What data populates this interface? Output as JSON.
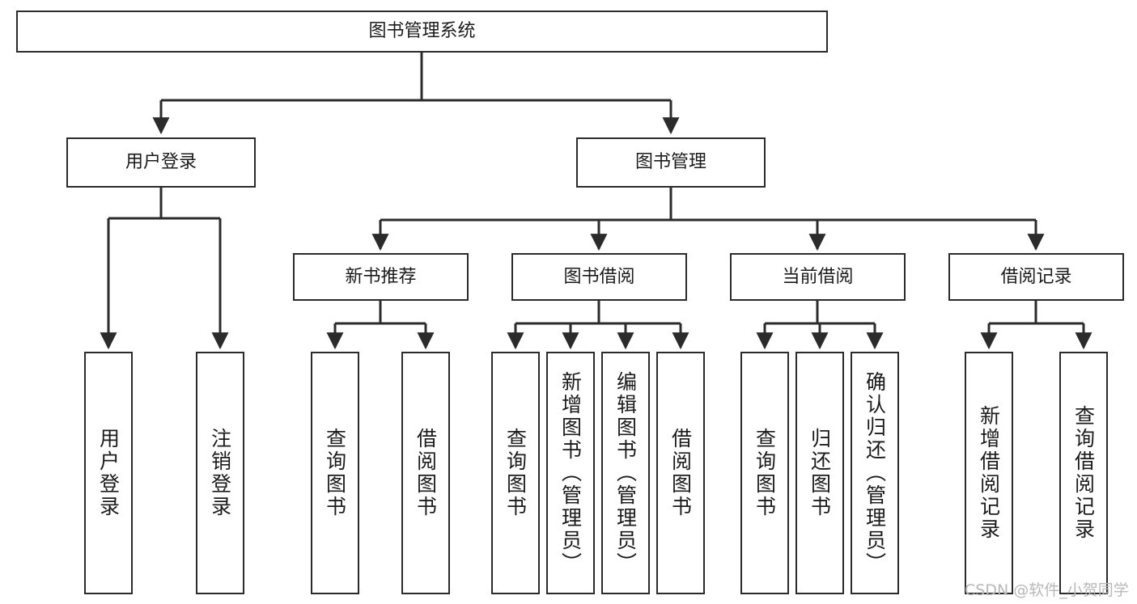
{
  "diagram": {
    "title": "图书管理系统",
    "type": "tree-hierarchy-chart",
    "watermark": "CSDN @软件_小贺同学",
    "colors": {
      "border": "#2b2b2b",
      "fill": "#ffffff",
      "text": "#1b1b1b",
      "edge": "#2b2b2b",
      "watermark": "#b8b8b8"
    },
    "nodes": {
      "root": {
        "label": "图书管理系统"
      },
      "level2": [
        {
          "label": "用户登录"
        },
        {
          "label": "图书管理"
        }
      ],
      "level3": [
        {
          "label": "新书推荐"
        },
        {
          "label": "图书借阅"
        },
        {
          "label": "当前借阅"
        },
        {
          "label": "借阅记录"
        }
      ],
      "leaves": {
        "user_login": [
          {
            "label": "用户登录"
          },
          {
            "label": "注销登录"
          }
        ],
        "new_book_recommend": [
          {
            "label": "查询图书"
          },
          {
            "label": "借阅图书"
          }
        ],
        "book_borrow": [
          {
            "label": "查询图书"
          },
          {
            "label": "新增图书（管理员）"
          },
          {
            "label": "编辑图书（管理员）"
          },
          {
            "label": "借阅图书"
          }
        ],
        "current_borrow": [
          {
            "label": "查询图书"
          },
          {
            "label": "归还图书"
          },
          {
            "label": "确认归还（管理员）"
          }
        ],
        "borrow_record": [
          {
            "label": "新增借阅记录"
          },
          {
            "label": "查询借阅记录"
          }
        ]
      }
    }
  }
}
